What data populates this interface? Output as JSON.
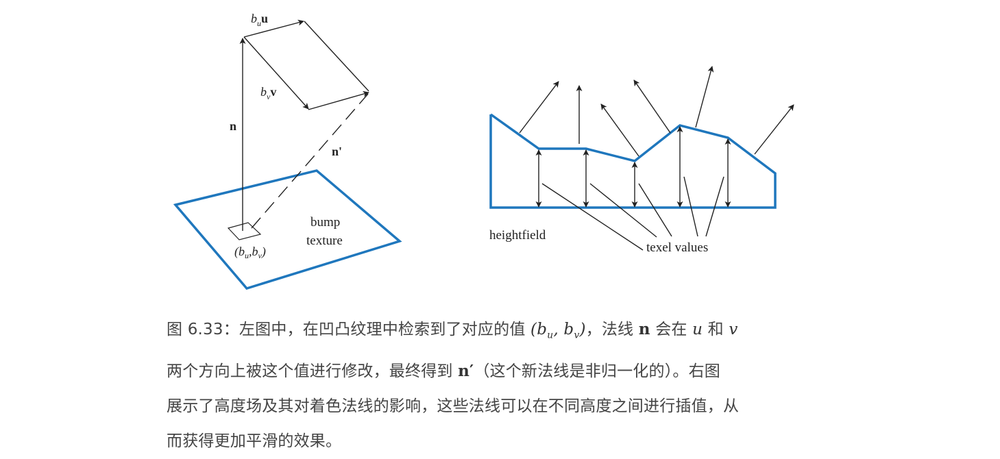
{
  "left_figure": {
    "labels": {
      "bu_u": {
        "b": "b",
        "sub": "u",
        "vec": "u"
      },
      "bv_v": {
        "b": "b",
        "sub": "v",
        "vec": "v"
      },
      "n": "n",
      "n_prime": "n'",
      "bump": "bump",
      "texture": "texture",
      "coord": {
        "open": "(",
        "b1": "b",
        "s1": "u",
        "comma": ",",
        "b2": "b",
        "s2": "v",
        "close": ")"
      }
    },
    "colors": {
      "plane": "#1f77bd",
      "arrows": "#222222"
    }
  },
  "right_figure": {
    "labels": {
      "heightfield": "heightfield",
      "texel_values": "texel values"
    },
    "colors": {
      "profile": "#1f77bd",
      "arrows": "#222222"
    }
  },
  "caption": {
    "l1_a": "图 6.33：左图中，在凹凸纹理中检索到了对应的值 ",
    "l1_math1": "(b",
    "l1_sub1": "u",
    "l1_math2": ", b",
    "l1_sub2": "v",
    "l1_math3": ")",
    "l1_b": "，法线 ",
    "l1_n": "n",
    "l1_c": " 会在 ",
    "l1_u": "u",
    "l1_d": " 和 ",
    "l1_v": "v",
    "l2_a": " 两个方向上被这个值进行修改，最终得到 ",
    "l2_n": "n′",
    "l2_b": "（这个新法线是非归一化的）。右图",
    "l3": "展示了高度场及其对着色法线的影响，这些法线可以在不同高度之间进行插值，从",
    "l4": "而获得更加平滑的效果。"
  }
}
